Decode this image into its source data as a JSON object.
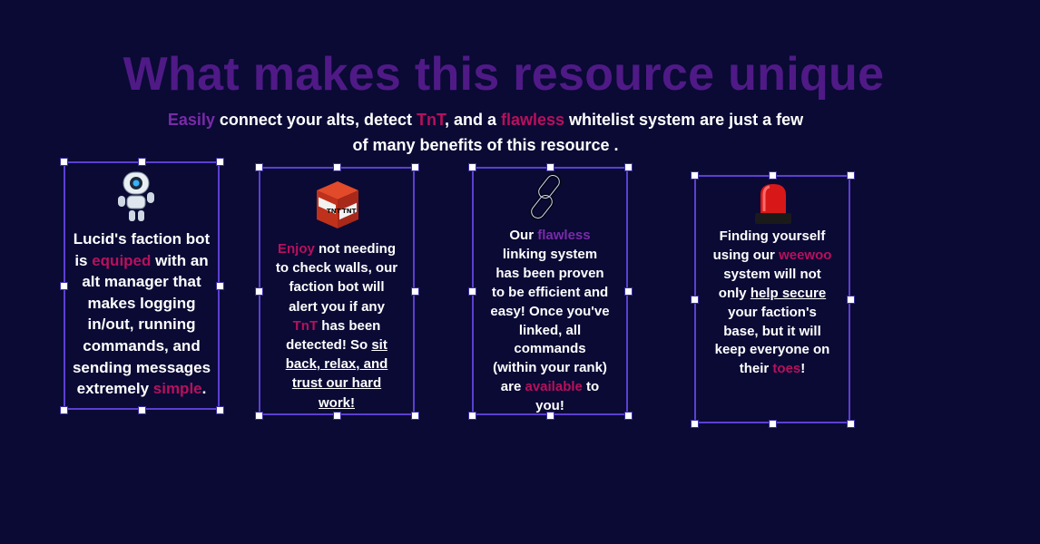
{
  "title": "What makes this resource unique",
  "subtitle": {
    "line1": [
      {
        "text": "Easily",
        "style": "purple"
      },
      {
        "text": " connect your alts, detect "
      },
      {
        "text": "TnT",
        "style": "pink"
      },
      {
        "text": ", and a "
      },
      {
        "text": "flawless",
        "style": "pink"
      },
      {
        "text": " whitelist system are just a few"
      }
    ],
    "line2": [
      {
        "text": "of many benefits of this resource ."
      }
    ]
  },
  "colors": {
    "background": "#0a0a35",
    "title": "#4f1a86",
    "accent_purple": "#7a2aa8",
    "accent_pink": "#b8105c",
    "card_border": "#5b3fd0"
  },
  "cards": [
    {
      "icon": "robot-icon",
      "lines": [
        [
          {
            "text": "Lucid's faction bot"
          }
        ],
        [
          {
            "text": "is "
          },
          {
            "text": "equiped",
            "style": "pink"
          },
          {
            "text": " with an"
          }
        ],
        [
          {
            "text": "alt manager that"
          }
        ],
        [
          {
            "text": "makes logging"
          }
        ],
        [
          {
            "text": "in/out, running"
          }
        ],
        [
          {
            "text": "commands, and"
          }
        ],
        [
          {
            "text": "sending messages"
          }
        ],
        [
          {
            "text": "extremely "
          },
          {
            "text": "simple",
            "style": "pink"
          },
          {
            "text": "."
          }
        ]
      ]
    },
    {
      "icon": "tnt-block-icon",
      "lines": [
        [
          {
            "text": "Enjoy",
            "style": "pink"
          },
          {
            "text": " not needing"
          }
        ],
        [
          {
            "text": "to check walls, our"
          }
        ],
        [
          {
            "text": "faction bot will"
          }
        ],
        [
          {
            "text": "alert you if any"
          }
        ],
        [
          {
            "text": "TnT",
            "style": "pink"
          },
          {
            "text": " has been"
          }
        ],
        [
          {
            "text": "detected! So "
          },
          {
            "text": "sit",
            "style": "underline"
          }
        ],
        [
          {
            "text": "back, relax, and",
            "style": "underline"
          }
        ],
        [
          {
            "text": "trust our hard",
            "style": "underline"
          }
        ],
        [
          {
            "text": "work!",
            "style": "underline"
          }
        ]
      ]
    },
    {
      "icon": "chain-link-icon",
      "lines": [
        [
          {
            "text": "Our "
          },
          {
            "text": "flawless",
            "style": "purple"
          }
        ],
        [
          {
            "text": "linking system"
          }
        ],
        [
          {
            "text": "has been proven"
          }
        ],
        [
          {
            "text": "to be efficient and"
          }
        ],
        [
          {
            "text": "easy! Once you've"
          }
        ],
        [
          {
            "text": "linked, all"
          }
        ],
        [
          {
            "text": "commands"
          }
        ],
        [
          {
            "text": "(within your rank)"
          }
        ],
        [
          {
            "text": "are "
          },
          {
            "text": "available",
            "style": "pink"
          },
          {
            "text": " to"
          }
        ],
        [
          {
            "text": "you!"
          }
        ]
      ]
    },
    {
      "icon": "siren-light-icon",
      "lines": [
        [
          {
            "text": "Finding yourself"
          }
        ],
        [
          {
            "text": "using our "
          },
          {
            "text": "weewoo",
            "style": "pink"
          }
        ],
        [
          {
            "text": "system will not"
          }
        ],
        [
          {
            "text": "only "
          },
          {
            "text": "help secure",
            "style": "underline"
          }
        ],
        [
          {
            "text": "your faction's"
          }
        ],
        [
          {
            "text": "base, but it will"
          }
        ],
        [
          {
            "text": "keep everyone on"
          }
        ],
        [
          {
            "text": "their "
          },
          {
            "text": "toes",
            "style": "pink"
          },
          {
            "text": "!"
          }
        ]
      ]
    }
  ]
}
